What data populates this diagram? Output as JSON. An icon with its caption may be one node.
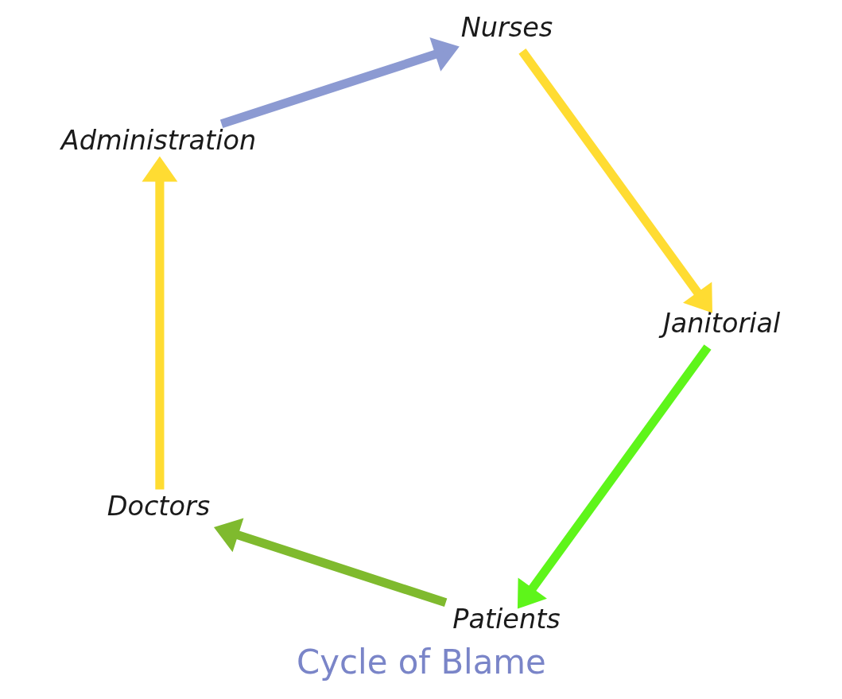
{
  "diagram": {
    "title": "Cycle of Blame",
    "nodes": [
      {
        "text": [
          "Patients"
        ]
      },
      {
        "text": [
          "Doctors"
        ]
      },
      {
        "text": [
          "Administration"
        ]
      },
      {
        "text": [
          "Nurses"
        ]
      },
      {
        "text": [
          "Janitorial"
        ]
      }
    ],
    "edges": [
      {
        "from": 0,
        "to": 1,
        "arrow": "to",
        "color": "#7fba2e"
      },
      {
        "from": 1,
        "to": 2,
        "arrow": "to",
        "color": "#ffdc32"
      },
      {
        "from": 2,
        "to": 3,
        "arrow": "to",
        "color": "#8c9ad2"
      },
      {
        "from": 3,
        "to": 4,
        "arrow": "to",
        "color": "#ffdc32"
      },
      {
        "from": 4,
        "to": 0,
        "arrow": "to",
        "color": "#5ef51a"
      }
    ]
  }
}
